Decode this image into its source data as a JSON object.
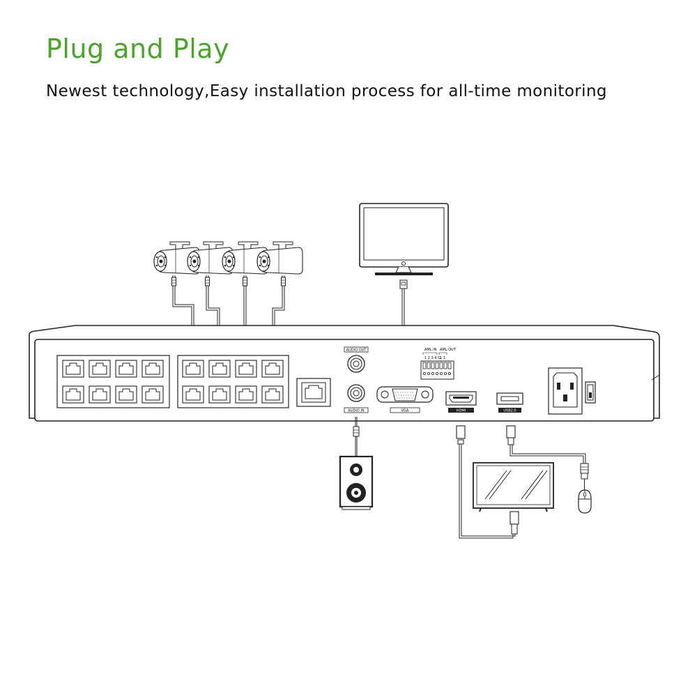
{
  "header": {
    "title": "Plug and Play",
    "subtitle": "Newest technology,Easy installation process for all-time monitoring"
  },
  "ports": {
    "audio_out": "AUDIO OUT",
    "audio_in": "AUDIO IN",
    "vga": "VGA",
    "hdmi": "HDMI",
    "usb": "USB2.0",
    "alarm_in": "AML IN",
    "alarm_out": "AML OUT",
    "alarm_in_pins": "1 2 3 4 G",
    "alarm_out_pins": "1 1"
  },
  "colors": {
    "accent": "#4aa32c",
    "line": "#222222"
  }
}
